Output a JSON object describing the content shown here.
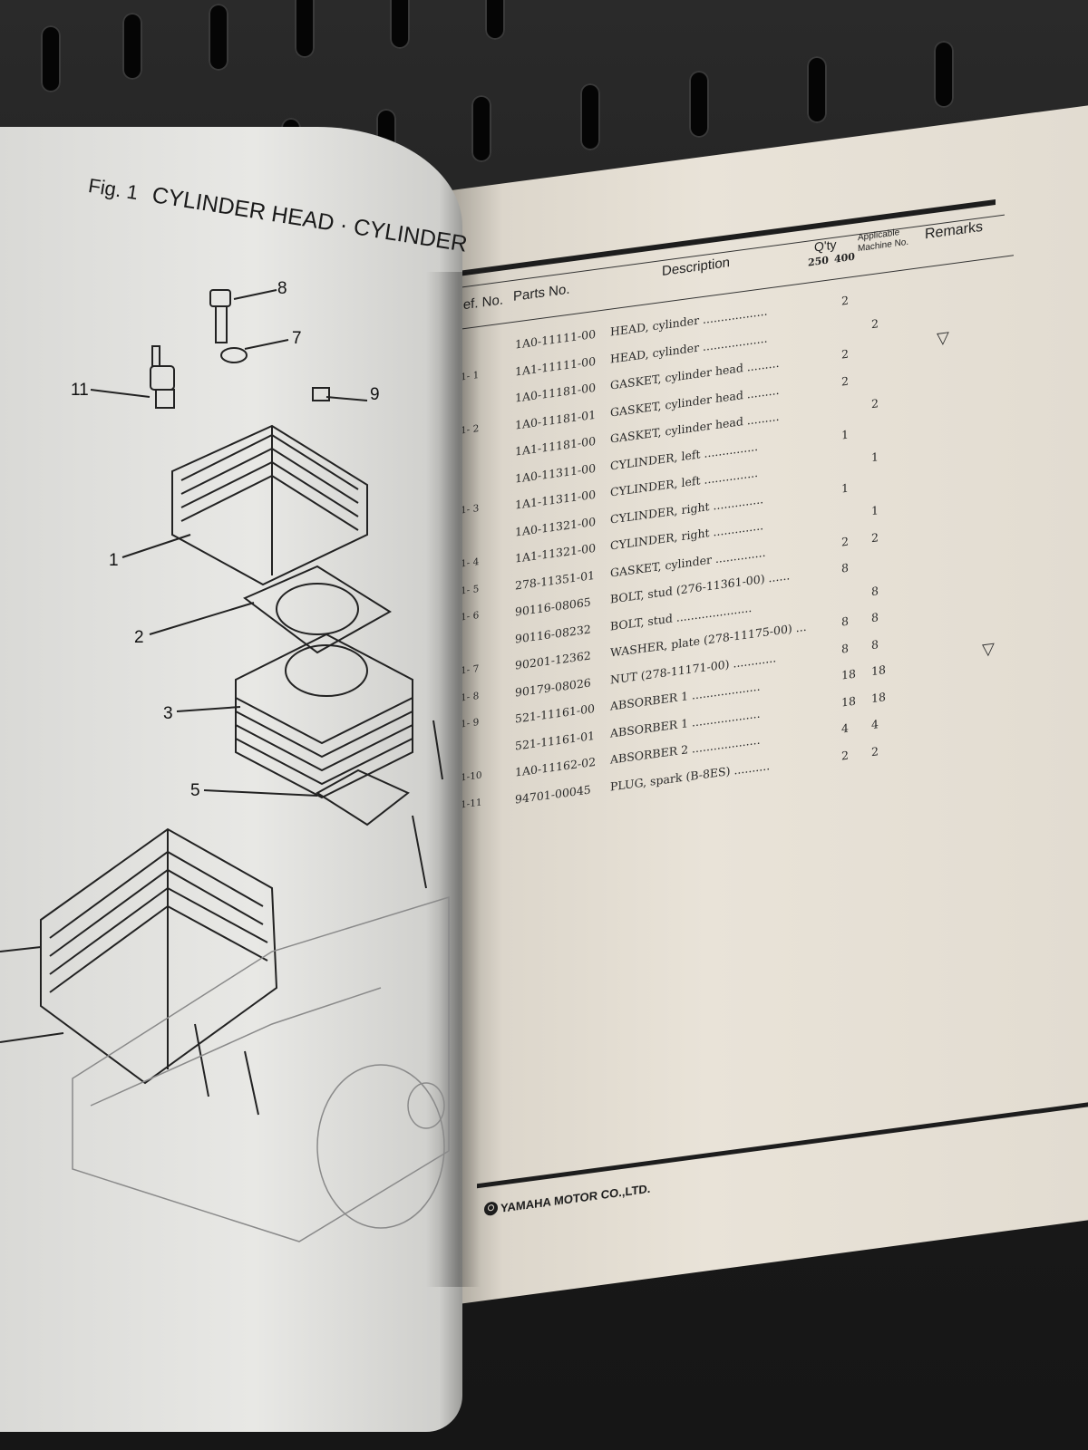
{
  "left_page": {
    "figure_number": "Fig. 1",
    "figure_title": "CYLINDER HEAD · CYLINDER",
    "callouts": [
      "8",
      "7",
      "11",
      "9",
      "1",
      "2",
      "3",
      "5"
    ]
  },
  "right_page": {
    "headers": {
      "ref_no": "Ref. No.",
      "parts_no": "Parts No.",
      "description": "Description",
      "qty": "Q'ty",
      "qty_250": "250",
      "qty_400": "400",
      "applicable": "Applicable",
      "machine_no": "Machine No.",
      "remarks": "Remarks"
    },
    "rows": [
      {
        "ref": "",
        "part": "1A0-11111-00",
        "desc": "HEAD, cylinder ..................",
        "q250": "2",
        "q400": ""
      },
      {
        "ref": "1- 1",
        "part": "1A1-11111-00",
        "desc": "HEAD, cylinder ..................",
        "q250": "",
        "q400": "2"
      },
      {
        "ref": "",
        "part": "1A0-11181-00",
        "desc": "GASKET, cylinder head .........",
        "q250": "2",
        "q400": ""
      },
      {
        "ref": "1- 2",
        "part": "1A0-11181-01",
        "desc": "GASKET, cylinder head .........",
        "q250": "2",
        "q400": ""
      },
      {
        "ref": "",
        "part": "1A1-11181-00",
        "desc": "GASKET, cylinder head .........",
        "q250": "",
        "q400": "2"
      },
      {
        "ref": "",
        "part": "1A0-11311-00",
        "desc": "CYLINDER, left ...............",
        "q250": "1",
        "q400": ""
      },
      {
        "ref": "1- 3",
        "part": "1A1-11311-00",
        "desc": "CYLINDER, left ...............",
        "q250": "",
        "q400": "1"
      },
      {
        "ref": "",
        "part": "1A0-11321-00",
        "desc": "CYLINDER, right ..............",
        "q250": "1",
        "q400": ""
      },
      {
        "ref": "1- 4",
        "part": "1A1-11321-00",
        "desc": "CYLINDER, right ..............",
        "q250": "",
        "q400": "1"
      },
      {
        "ref": "1- 5",
        "part": "278-11351-01",
        "desc": "GASKET, cylinder ..............",
        "q250": "2",
        "q400": "2"
      },
      {
        "ref": "1- 6",
        "part": "90116-08065",
        "desc": "BOLT, stud (276-11361-00) ......",
        "q250": "8",
        "q400": ""
      },
      {
        "ref": "",
        "part": "90116-08232",
        "desc": "BOLT, stud .....................",
        "q250": "",
        "q400": "8"
      },
      {
        "ref": "1- 7",
        "part": "90201-12362",
        "desc": "WASHER, plate (278-11175-00) ...",
        "q250": "8",
        "q400": "8"
      },
      {
        "ref": "1- 8",
        "part": "90179-08026",
        "desc": "NUT (278-11171-00) ............",
        "q250": "8",
        "q400": "8"
      },
      {
        "ref": "1- 9",
        "part": "521-11161-00",
        "desc": "ABSORBER 1 ...................",
        "q250": "18",
        "q400": "18"
      },
      {
        "ref": "",
        "part": "521-11161-01",
        "desc": "ABSORBER 1 ...................",
        "q250": "18",
        "q400": "18"
      },
      {
        "ref": "1-10",
        "part": "1A0-11162-02",
        "desc": "ABSORBER 2 ...................",
        "q250": "4",
        "q400": "4"
      },
      {
        "ref": "1-11",
        "part": "94701-00045",
        "desc": "PLUG, spark (B-8ES) ..........",
        "q250": "2",
        "q400": "2"
      }
    ],
    "footer_company": "YAMAHA MOTOR CO.,LTD."
  }
}
